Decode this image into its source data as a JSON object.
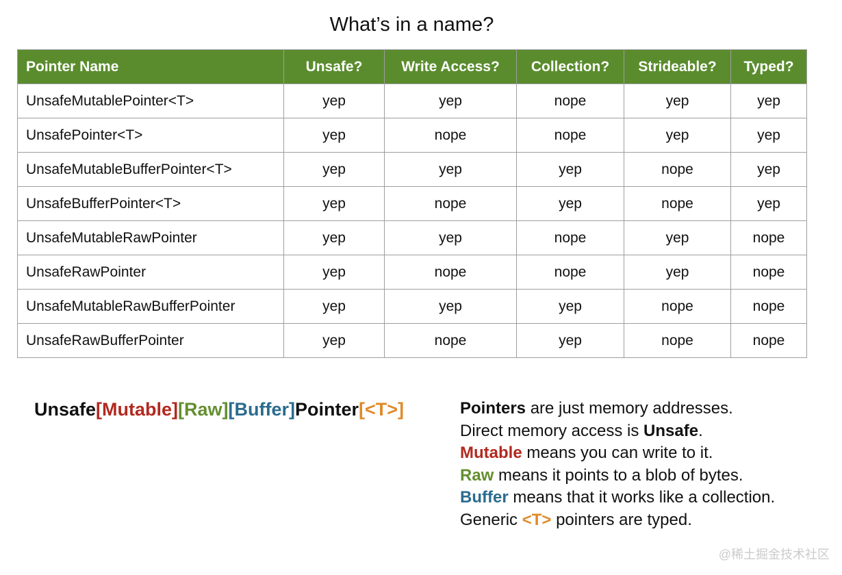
{
  "chart_data": {
    "type": "table",
    "title": "What’s in a name?",
    "columns": [
      "Pointer Name",
      "Unsafe?",
      "Write Access?",
      "Collection?",
      "Strideable?",
      "Typed?"
    ],
    "rows": [
      [
        "UnsafeMutablePointer<T>",
        "yep",
        "yep",
        "nope",
        "yep",
        "yep"
      ],
      [
        "UnsafePointer<T>",
        "yep",
        "nope",
        "nope",
        "yep",
        "yep"
      ],
      [
        "UnsafeMutableBufferPointer<T>",
        "yep",
        "yep",
        "yep",
        "nope",
        "yep"
      ],
      [
        "UnsafeBufferPointer<T>",
        "yep",
        "nope",
        "yep",
        "nope",
        "yep"
      ],
      [
        "UnsafeMutableRawPointer",
        "yep",
        "yep",
        "nope",
        "yep",
        "nope"
      ],
      [
        "UnsafeRawPointer",
        "yep",
        "nope",
        "nope",
        "yep",
        "nope"
      ],
      [
        "UnsafeMutableRawBufferPointer",
        "yep",
        "yep",
        "yep",
        "nope",
        "nope"
      ],
      [
        "UnsafeRawBufferPointer",
        "yep",
        "nope",
        "yep",
        "nope",
        "nope"
      ]
    ]
  },
  "formula": {
    "segments": [
      {
        "text": "Unsafe"
      },
      {
        "text": "[Mutable]",
        "color_key": "mutable_red"
      },
      {
        "text": "[Raw]",
        "color_key": "raw_green"
      },
      {
        "text": "[Buffer]",
        "color_key": "buffer_blue"
      },
      {
        "text": "Pointer"
      },
      {
        "text": "[<T>]",
        "color_key": "generic_orange"
      }
    ]
  },
  "notes": {
    "lines": [
      {
        "segments": [
          {
            "text": "Pointers",
            "bold": true
          },
          {
            "text": " are just memory addresses."
          }
        ]
      },
      {
        "segments": [
          {
            "text": "Direct memory access is "
          },
          {
            "text": "Unsafe",
            "bold": true
          },
          {
            "text": "."
          }
        ]
      },
      {
        "segments": [
          {
            "text": "Mutable",
            "bold": true,
            "color_key": "mutable_red"
          },
          {
            "text": " means you can write to it."
          }
        ]
      },
      {
        "segments": [
          {
            "text": "Raw",
            "bold": true,
            "color_key": "raw_green"
          },
          {
            "text": " means it points to a blob of bytes."
          }
        ]
      },
      {
        "segments": [
          {
            "text": "Buffer",
            "bold": true,
            "color_key": "buffer_blue"
          },
          {
            "text": " means that it works like a collection."
          }
        ]
      },
      {
        "segments": [
          {
            "text": "Generic "
          },
          {
            "text": "<T>",
            "bold": true,
            "color_key": "generic_orange"
          },
          {
            "text": " pointers are typed."
          }
        ]
      }
    ]
  },
  "watermark": "@稀土掘金技术社区",
  "colors": {
    "header_bg": "#5a8c2d",
    "header_text": "#ffffff",
    "border": "#9e9e9e",
    "text": "#111111",
    "mutable_red": "#b2291f",
    "raw_green": "#648f30",
    "buffer_blue": "#2a6b8e",
    "generic_orange": "#e08a2a",
    "watermark_gray": "#cbcbcb"
  }
}
